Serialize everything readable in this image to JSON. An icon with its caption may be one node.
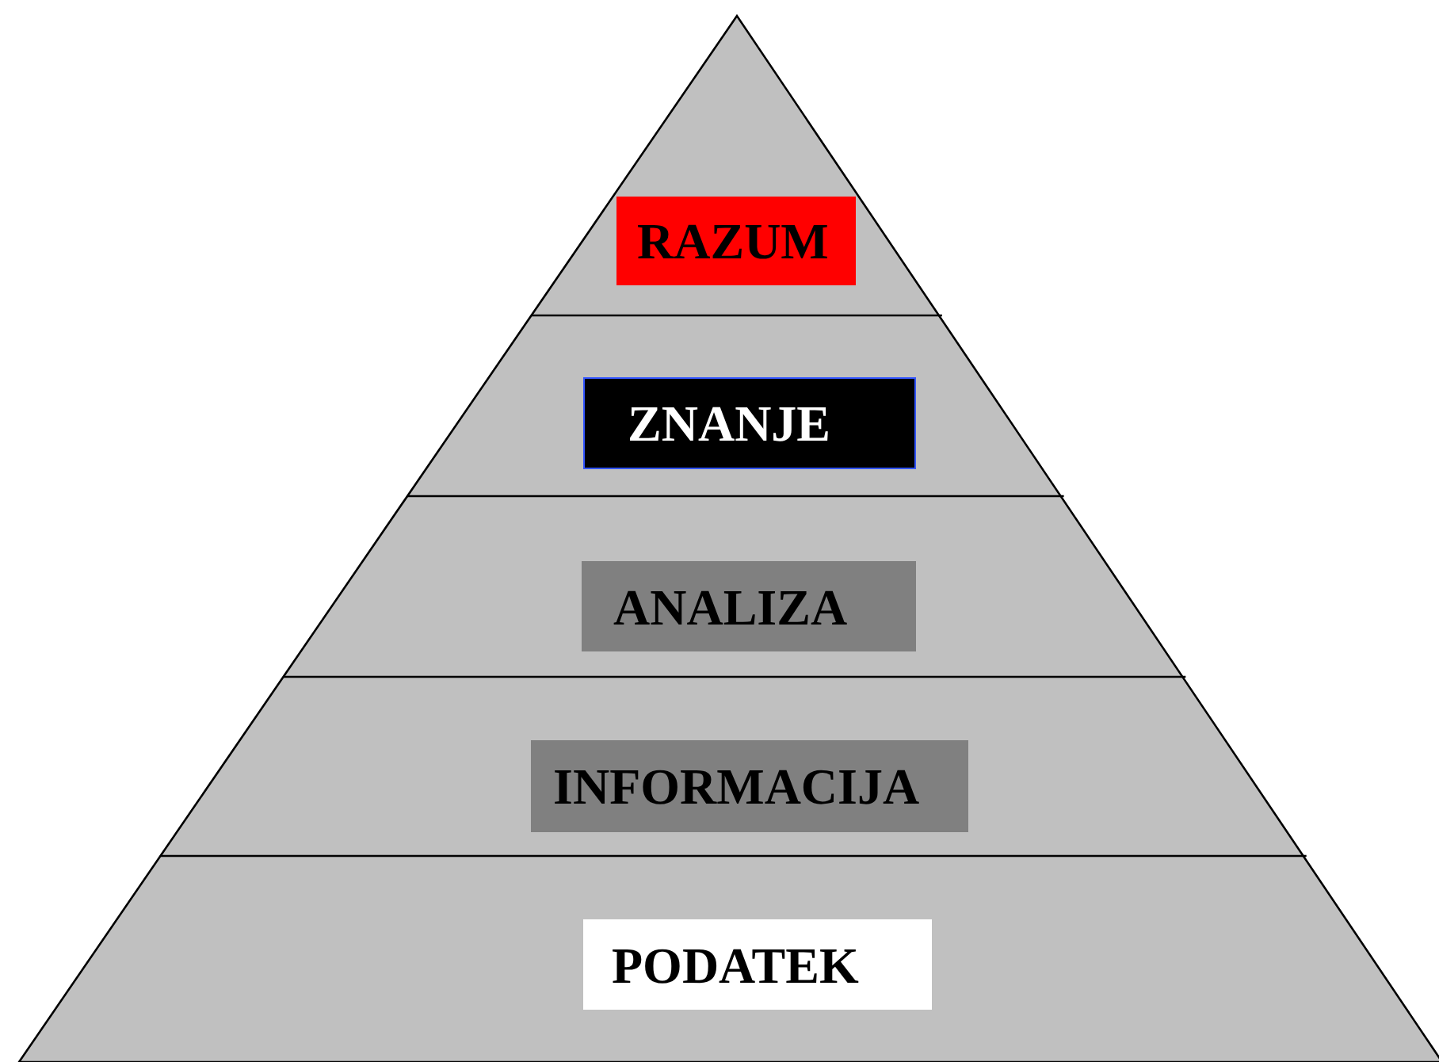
{
  "diagram": {
    "nodes": [
      {
        "text": [
          "RAZUM"
        ]
      },
      {
        "text": [
          "ZNANJE"
        ]
      },
      {
        "text": [
          "ANALIZA"
        ]
      },
      {
        "text": [
          "INFORMACIJA"
        ]
      },
      {
        "text": [
          "PODATEK"
        ]
      }
    ]
  }
}
